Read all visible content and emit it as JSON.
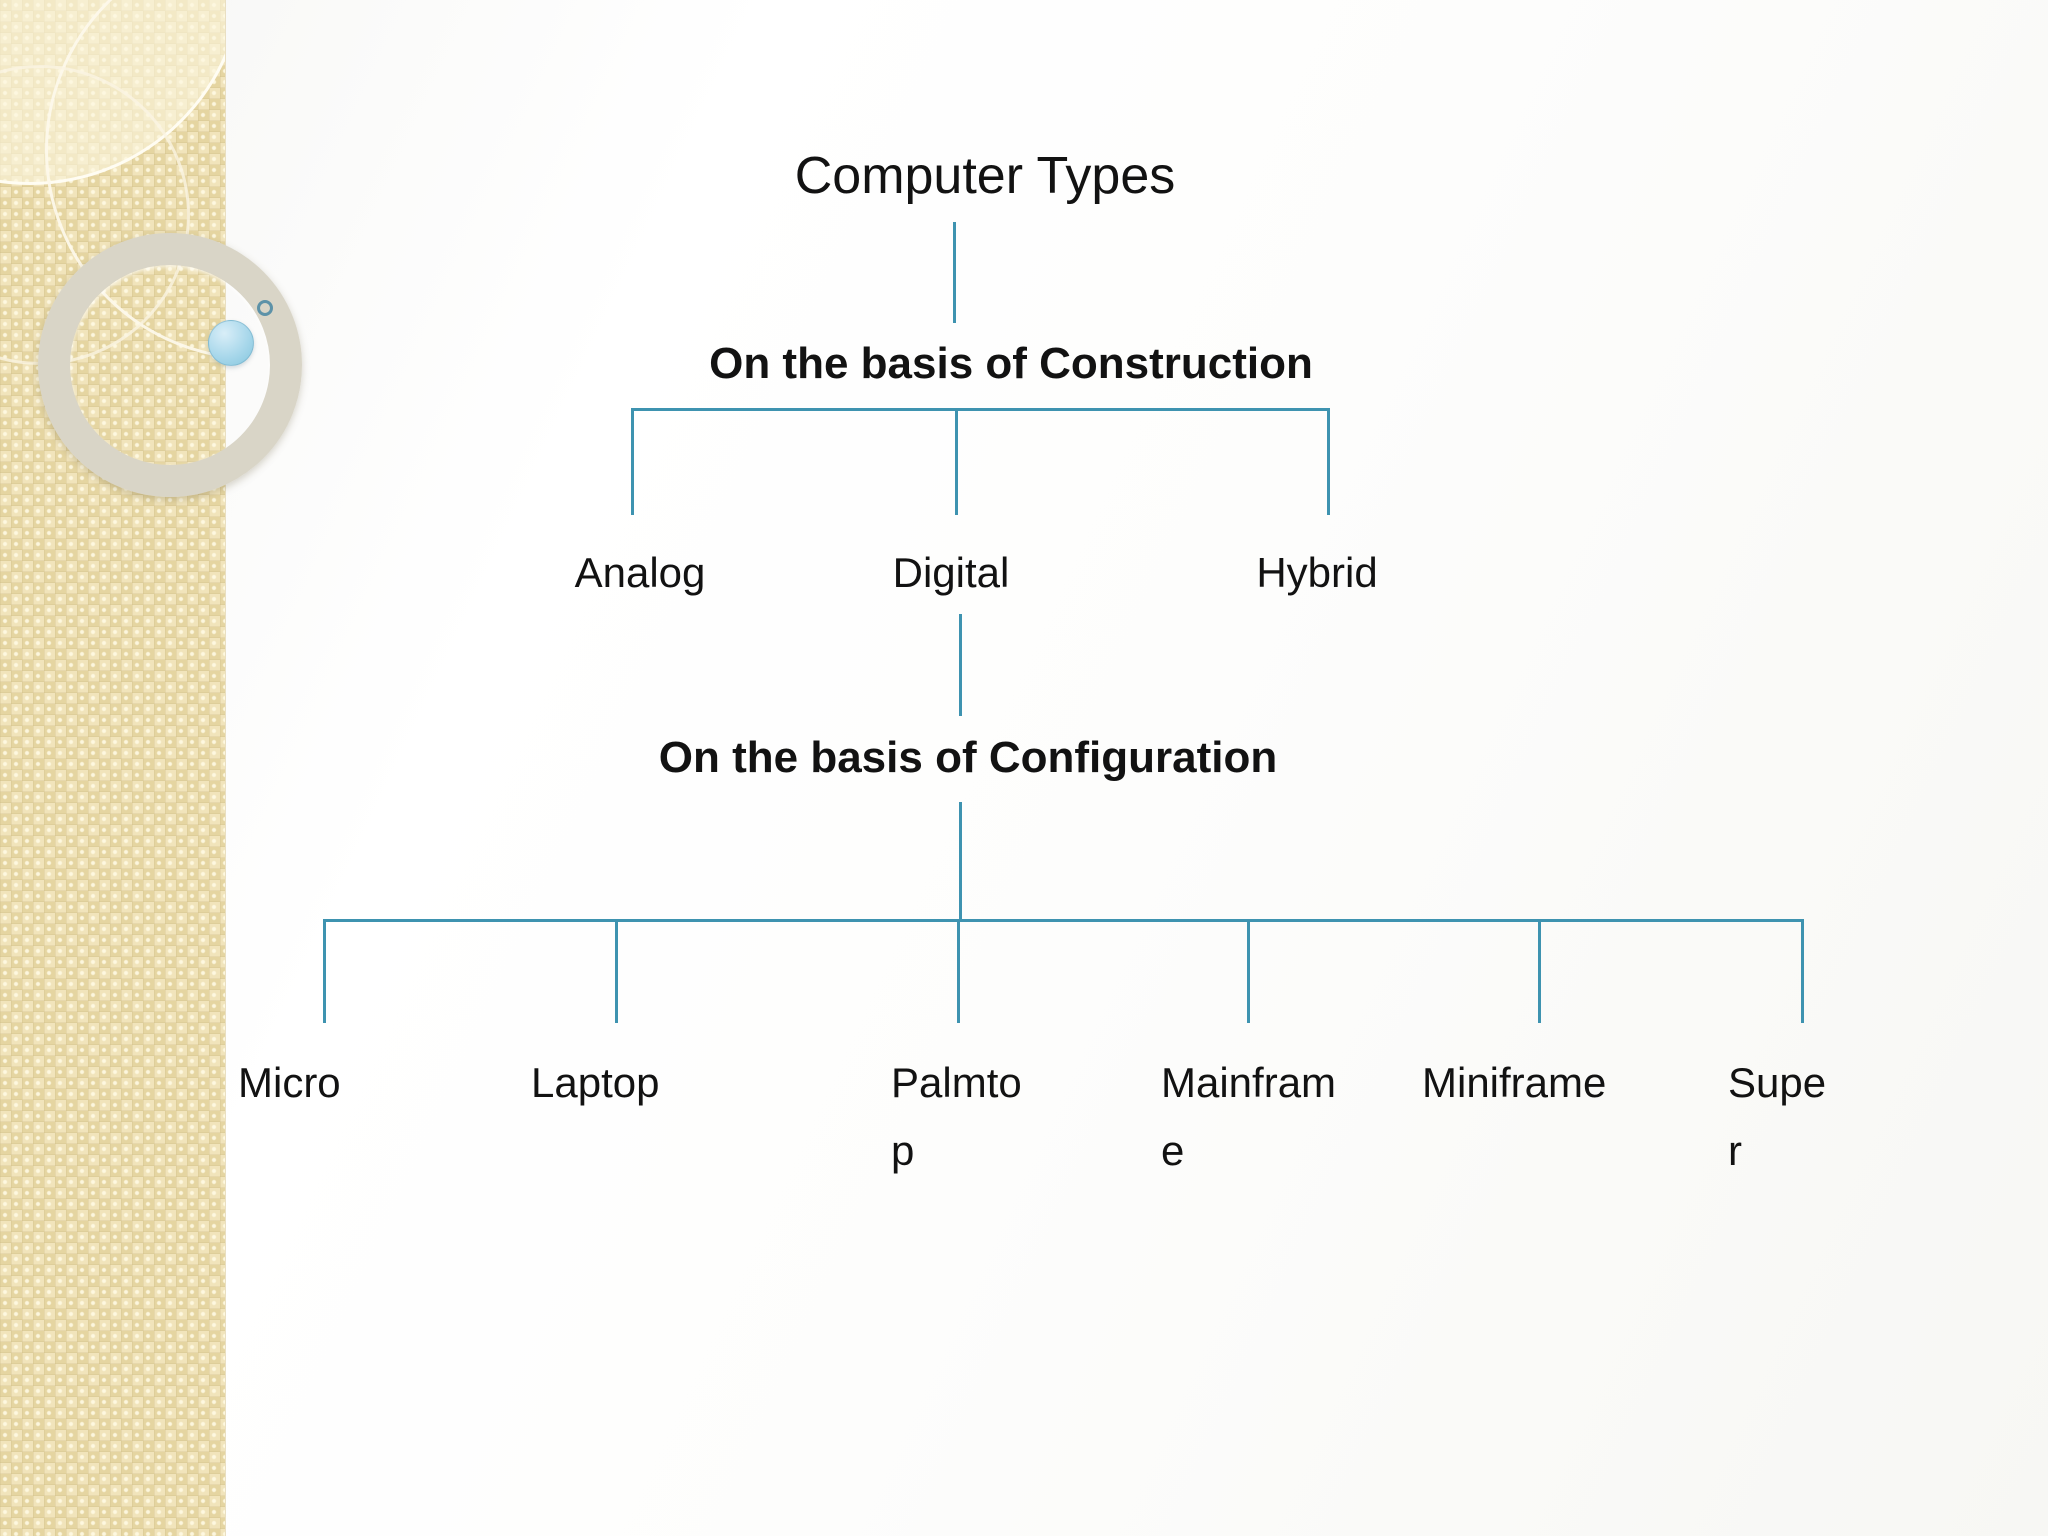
{
  "colors": {
    "connector": "#3e93b0",
    "text": "#121212",
    "sidebar_base": "#ecdfae",
    "bubble": "#a9d8eb"
  },
  "diagram": {
    "root_label": "Computer Types",
    "construction_header": "On the basis of Construction",
    "construction_nodes": [
      "Analog",
      "Digital",
      "Hybrid"
    ],
    "configuration_header": "On the basis of Configuration",
    "configuration_nodes": [
      {
        "label": "Micro",
        "line1": "Micro",
        "line2": ""
      },
      {
        "label": "Laptop",
        "line1": "Laptop",
        "line2": ""
      },
      {
        "label": "Palmtop",
        "line1": "Palmto",
        "line2": "p"
      },
      {
        "label": "Mainframe",
        "line1": "Mainfram",
        "line2": "e"
      },
      {
        "label": "Miniframe",
        "line1": "Miniframe",
        "line2": ""
      },
      {
        "label": "Super",
        "line1": "Supe",
        "line2": "r"
      }
    ]
  }
}
